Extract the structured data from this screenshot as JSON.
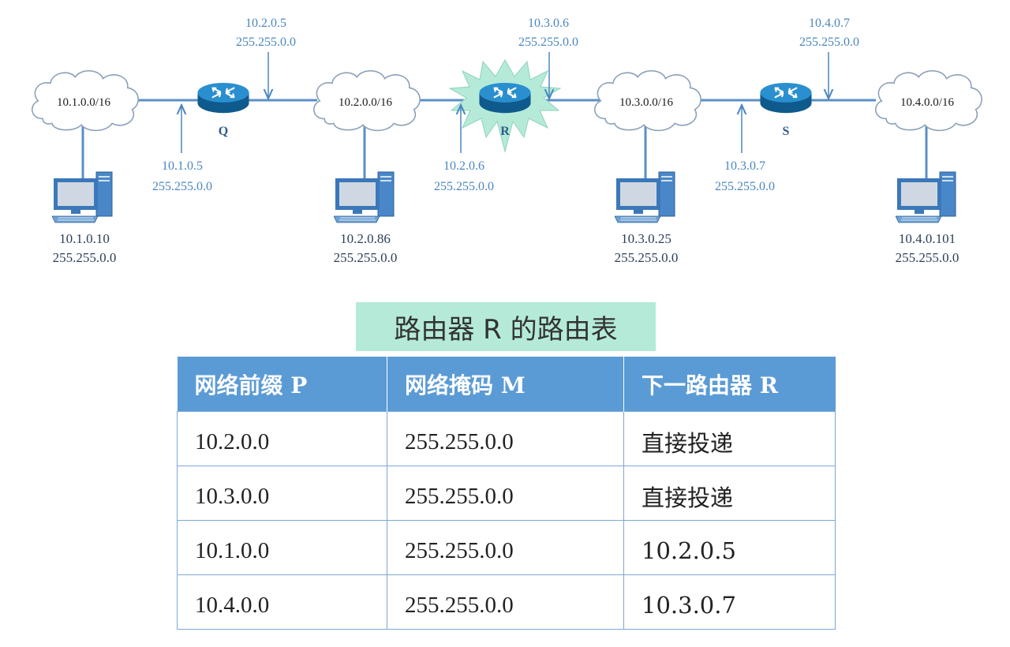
{
  "networks": [
    {
      "id": "net1",
      "label": "10.1.0.0/16"
    },
    {
      "id": "net2",
      "label": "10.2.0.0/16"
    },
    {
      "id": "net3",
      "label": "10.3.0.0/16"
    },
    {
      "id": "net4",
      "label": "10.4.0.0/16"
    }
  ],
  "routers": [
    {
      "name": "Q",
      "highlighted": false
    },
    {
      "name": "R",
      "highlighted": true
    },
    {
      "name": "S",
      "highlighted": false
    }
  ],
  "interfaces": [
    {
      "ip": "10.1.0.5",
      "mask": "255.255.0.0"
    },
    {
      "ip": "10.2.0.5",
      "mask": "255.255.0.0"
    },
    {
      "ip": "10.2.0.6",
      "mask": "255.255.0.0"
    },
    {
      "ip": "10.3.0.6",
      "mask": "255.255.0.0"
    },
    {
      "ip": "10.3.0.7",
      "mask": "255.255.0.0"
    },
    {
      "ip": "10.4.0.7",
      "mask": "255.255.0.0"
    }
  ],
  "hosts": [
    {
      "ip": "10.1.0.10",
      "mask": "255.255.0.0"
    },
    {
      "ip": "10.2.0.86",
      "mask": "255.255.0.0"
    },
    {
      "ip": "10.3.0.25",
      "mask": "255.255.0.0"
    },
    {
      "ip": "10.4.0.101",
      "mask": "255.255.0.0"
    }
  ],
  "routing_table": {
    "title": "路由器 R 的路由表",
    "headers": [
      "网络前缀 P",
      "网络掩码 M",
      "下一路由器 R"
    ],
    "rows": [
      [
        "10.2.0.0",
        "255.255.0.0",
        "直接投递"
      ],
      [
        "10.3.0.0",
        "255.255.0.0",
        "直接投递"
      ],
      [
        "10.1.0.0",
        "255.255.0.0",
        "10.2.0.5"
      ],
      [
        "10.4.0.0",
        "255.255.0.0",
        "10.3.0.7"
      ]
    ]
  },
  "colors": {
    "link": "#5b8fc7",
    "ip_text": "#4a86c0",
    "router_body": "#1b6fa8",
    "highlight_burst": "#b5ead9",
    "table_header": "#5b9bd5",
    "title_bg": "#b5ead9"
  }
}
